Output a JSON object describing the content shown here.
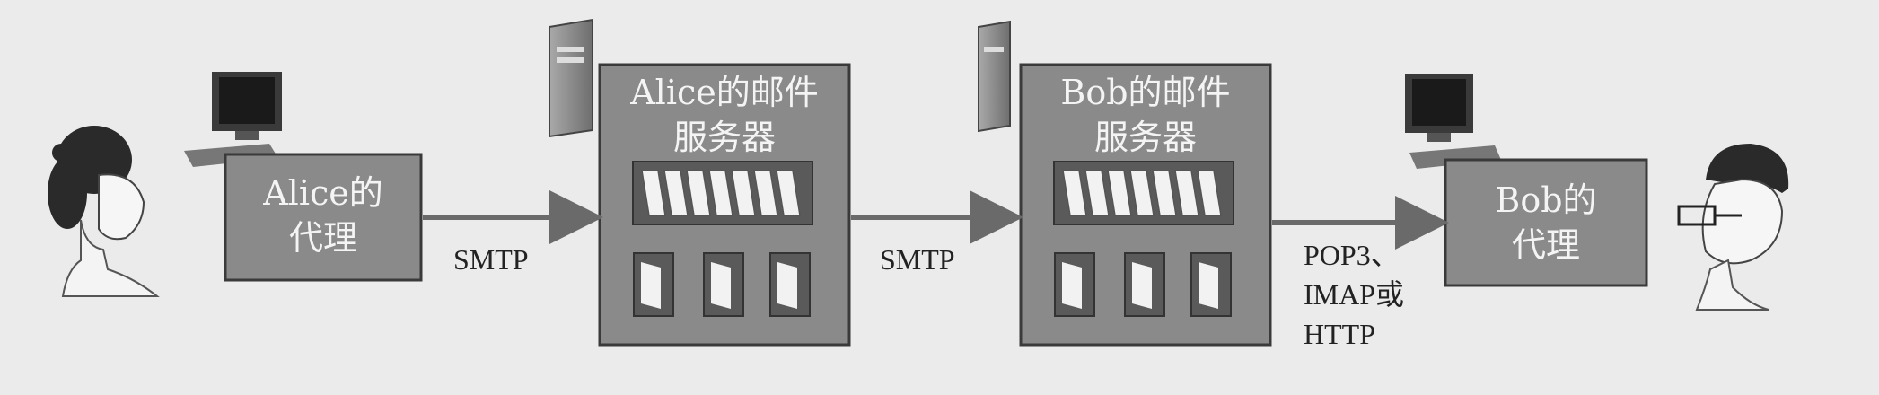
{
  "alice_agent": {
    "line1": "Alice的",
    "line2": "代理"
  },
  "alice_server": {
    "line1": "Alice的邮件",
    "line2": "服务器"
  },
  "bob_server": {
    "line1": "Bob的邮件",
    "line2": "服务器"
  },
  "bob_agent": {
    "line1": "Bob的",
    "line2": "代理"
  },
  "links": {
    "alice_to_server": "SMTP",
    "server_to_server": "SMTP",
    "server_to_bob": {
      "line1": "POP3、",
      "line2": "IMAP或",
      "line3": "HTTP"
    }
  },
  "colors": {
    "box": "#8a8a8a",
    "box_border": "#3a3a3a",
    "arrow": "#6a6a6a",
    "background": "#ebebeb"
  }
}
